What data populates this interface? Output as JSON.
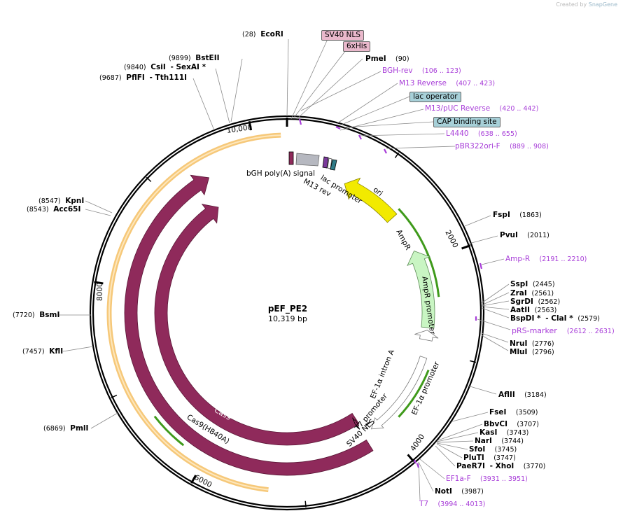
{
  "watermark": {
    "created_by": "Created by",
    "brand": "SnapGene"
  },
  "plasmid": {
    "name": "pEF_PE2",
    "size": "10,319 bp"
  },
  "ticks": {
    "t2000": "2000",
    "t4000": "4000",
    "t6000": "6000",
    "t8000": "8000",
    "t10000": "10,000"
  },
  "sites": {
    "ecori": {
      "pos": "(28)",
      "name": "EcoRI"
    },
    "pmei": {
      "pos": "(90)",
      "name": "PmeI"
    },
    "bsteii": {
      "pos": "(9899)",
      "name": "BstEII"
    },
    "csii": {
      "pos": "(9840)",
      "name": "CsiI",
      "name2": "- SexAI *"
    },
    "pflfi": {
      "pos": "(9687)",
      "name": "PflFI",
      "name2": "- Tth111I"
    },
    "kpni": {
      "pos": "(8547)",
      "name": "KpnI"
    },
    "acc65i": {
      "pos": "(8543)",
      "name": "Acc65I"
    },
    "bsmi": {
      "pos": "(7720)",
      "name": "BsmI"
    },
    "kfli": {
      "pos": "(7457)",
      "name": "KflI"
    },
    "pmli": {
      "pos": "(6869)",
      "name": "PmlI"
    },
    "fspi": {
      "name": "FspI",
      "pos": "(1863)"
    },
    "pvui": {
      "name": "PvuI",
      "pos": "(2011)"
    },
    "sspi": {
      "name": "SspI",
      "pos": "(2445)"
    },
    "zrai": {
      "name": "ZraI",
      "pos": "(2561)"
    },
    "sgrdi": {
      "name": "SgrDI",
      "pos": "(2562)"
    },
    "aatii": {
      "name": "AatII",
      "pos": "(2563)"
    },
    "bspdi": {
      "name": "BspDI *",
      "name2": "- ClaI *",
      "pos": "(2579)"
    },
    "nrui": {
      "name": "NruI",
      "pos": "(2776)"
    },
    "mlui": {
      "name": "MluI",
      "pos": "(2796)"
    },
    "aflii": {
      "name": "AflII",
      "pos": "(3184)"
    },
    "fsei": {
      "name": "FseI",
      "pos": "(3509)"
    },
    "bbvci": {
      "name": "BbvCI",
      "pos": "(3707)"
    },
    "kasi": {
      "name": "KasI",
      "pos": "(3743)"
    },
    "nari": {
      "name": "NarI",
      "pos": "(3744)"
    },
    "sfoi": {
      "name": "SfoI",
      "pos": "(3745)"
    },
    "pluti": {
      "name": "PluTI",
      "pos": "(3747)"
    },
    "paer7i": {
      "name": "PaeR7I",
      "name2": "- XhoI",
      "pos": "(3770)"
    },
    "noti": {
      "name": "NotI",
      "pos": "(3987)"
    }
  },
  "primers": {
    "bgh_rev": {
      "name": "BGH-rev",
      "range": "(106 .. 123)"
    },
    "m13_reverse": {
      "name": "M13 Reverse",
      "range": "(407 .. 423)"
    },
    "m13_puc_reverse": {
      "name": "M13/pUC Reverse",
      "range": "(420 .. 442)"
    },
    "l4440": {
      "name": "L4440",
      "range": "(638 .. 655)"
    },
    "pbr322ori_f": {
      "name": "pBR322ori-F",
      "range": "(889 .. 908)"
    },
    "amp_r": {
      "name": "Amp-R",
      "range": "(2191 .. 2210)"
    },
    "prs_marker": {
      "name": "pRS-marker",
      "range": "(2612 .. 2631)"
    },
    "ef1a_f": {
      "name": "EF1a-F",
      "range": "(3931 .. 3951)"
    },
    "t7": {
      "name": "T7",
      "range": "(3994 .. 4013)"
    }
  },
  "boxes": {
    "sv40_nls": "SV40 NLS",
    "his": "6xHis",
    "lac_operator": "lac operator",
    "cap_site": "CAP binding site"
  },
  "features": {
    "bgh": "bGH poly(A) signal",
    "lac_promoter": "lac promoter",
    "m13_rev": "M13 rev",
    "ori": "ori",
    "ampr": "AmpR",
    "ampr_promoter": "AmpR promoter",
    "ef1a_intron": "EF-1α intron A",
    "ef1a_promoter": "EF-1α promoter",
    "t7_promoter": "T7 promoter",
    "sv40_nls_inner": "SV40 NLS",
    "cas9": "Cas9",
    "cas9_h840a": "Cas9(H840A)"
  },
  "colors": {
    "cas9": "#8f2a5b",
    "ori": "#f2ea00",
    "ampr": "#c9f5c3",
    "orf_shadow": "#f6c879",
    "orf_green": "#3f9a1b",
    "primer": "#a73cd8",
    "box_pink": "#e9b8cb",
    "box_blue": "#a7d0d8"
  }
}
